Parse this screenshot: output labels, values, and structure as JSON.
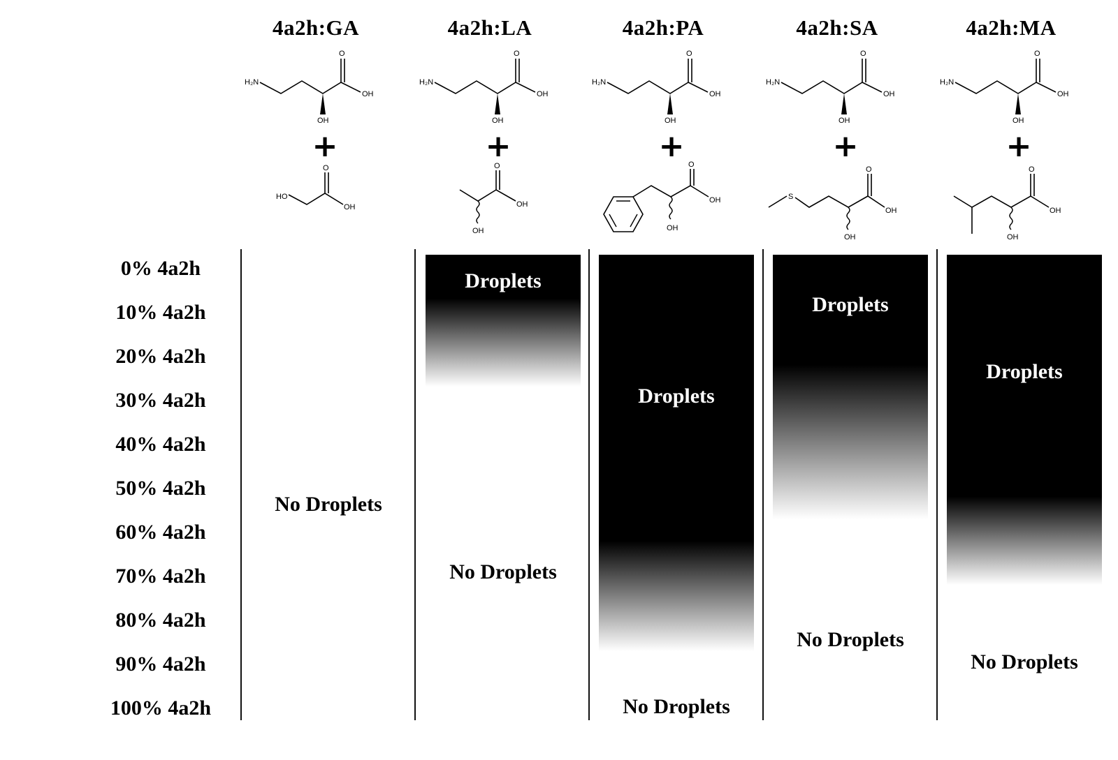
{
  "columns": [
    {
      "title": "4a2h:GA",
      "droplets_label": "",
      "no_droplets_label": "No Droplets",
      "acid": "glycolic"
    },
    {
      "title": "4a2h:LA",
      "droplets_label": "Droplets",
      "no_droplets_label": "No Droplets",
      "acid": "lactic"
    },
    {
      "title": "4a2h:PA",
      "droplets_label": "Droplets",
      "no_droplets_label": "No Droplets",
      "acid": "phenyllactic"
    },
    {
      "title": "4a2h:SA",
      "droplets_label": "Droplets",
      "no_droplets_label": "No Droplets",
      "acid": "methylthio"
    },
    {
      "title": "4a2h:MA",
      "droplets_label": "Droplets",
      "no_droplets_label": "No Droplets",
      "acid": "leucic"
    }
  ],
  "plus_sign": "+",
  "atom_labels": {
    "amine": "H₂N",
    "hydroxyl": "OH",
    "carbonyl_o": "O",
    "ho": "HO",
    "sulfur": "S"
  },
  "rows": [
    "0% 4a2h",
    "10% 4a2h",
    "20% 4a2h",
    "30% 4a2h",
    "40% 4a2h",
    "50% 4a2h",
    "60% 4a2h",
    "70% 4a2h",
    "80% 4a2h",
    "90% 4a2h",
    "100% 4a2h"
  ],
  "droplet_bands": [
    {
      "column": "4a2h:GA",
      "solid_until_pct": 0,
      "fade_until_pct": 0
    },
    {
      "column": "4a2h:LA",
      "solid_until_pct": 5,
      "fade_until_pct": 25
    },
    {
      "column": "4a2h:PA",
      "solid_until_pct": 60,
      "fade_until_pct": 85
    },
    {
      "column": "4a2h:SA",
      "solid_until_pct": 20,
      "fade_until_pct": 55
    },
    {
      "column": "4a2h:MA",
      "solid_until_pct": 50,
      "fade_until_pct": 70
    }
  ],
  "colors": {
    "droplets": "#000000",
    "no_droplets": "#ffffff",
    "text_on_dark": "#ffffff"
  }
}
